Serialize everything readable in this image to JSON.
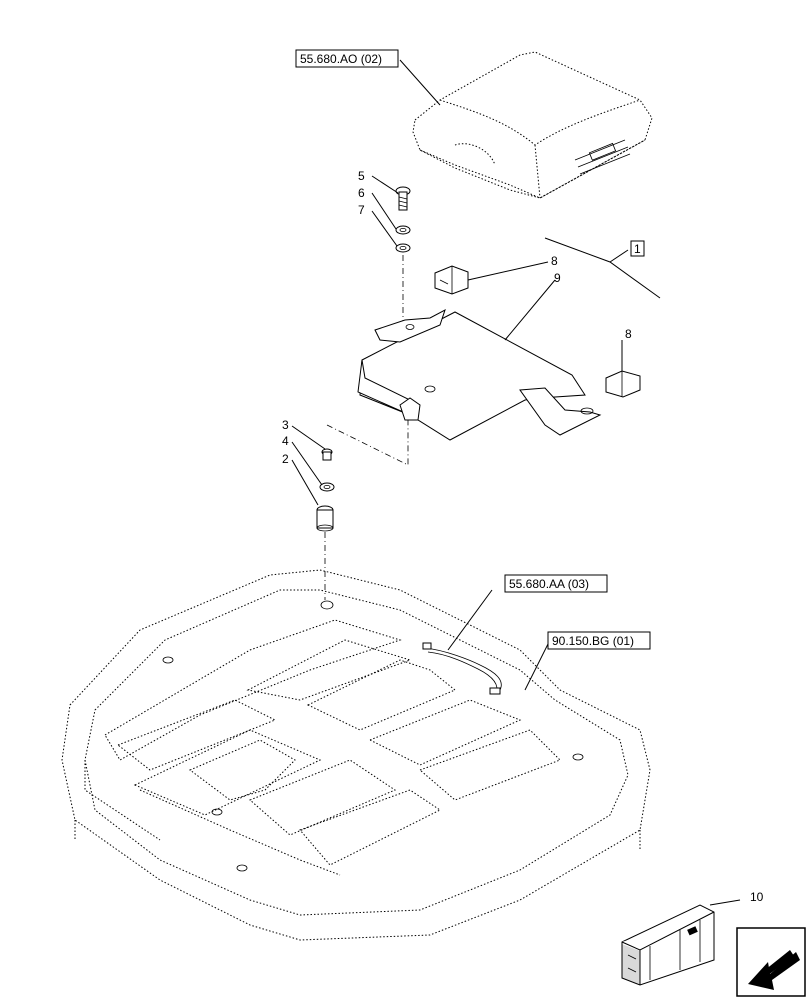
{
  "references": {
    "cover": "55.680.AO (02)",
    "harness": "55.680.AA (03)",
    "roof": "90.150.BG (01)"
  },
  "group_label": "1",
  "callouts": {
    "c2": "2",
    "c3": "3",
    "c4": "4",
    "c5": "5",
    "c6": "6",
    "c7": "7",
    "c8a": "8",
    "c8b": "8",
    "c9": "9",
    "c10": "10"
  },
  "icons": {
    "kit_box": "crate-kit-icon",
    "navigation": "arrow-left-down-icon"
  }
}
